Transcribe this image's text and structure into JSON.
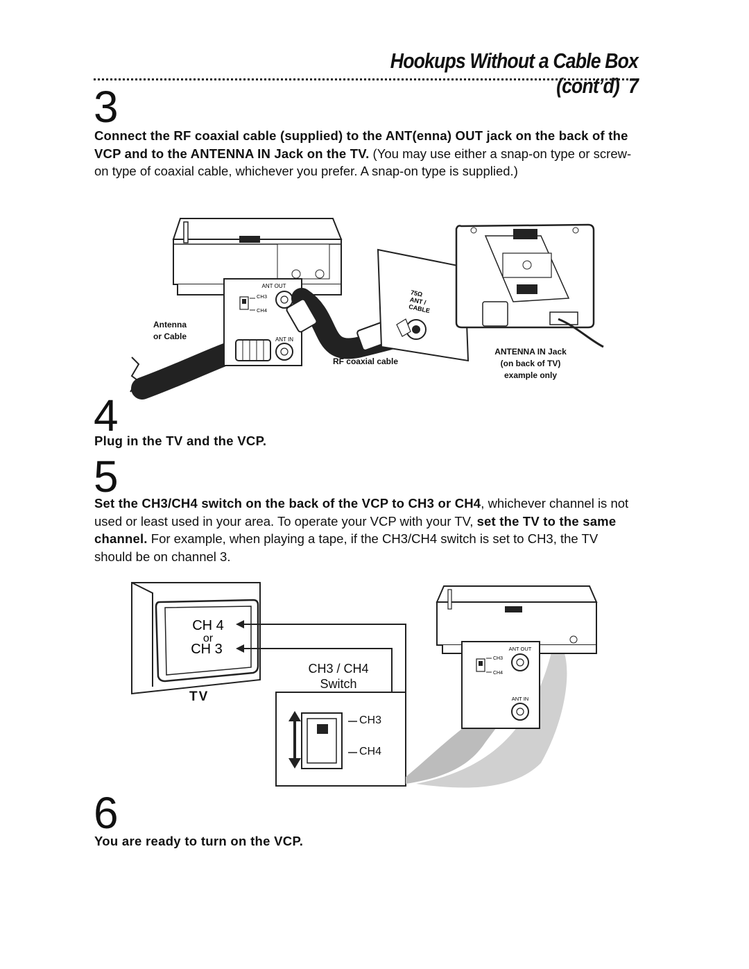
{
  "header": {
    "title": "Hookups Without a Cable Box (cont’d)",
    "page_number": "7"
  },
  "step3": {
    "number": "3",
    "bold_text": "Connect the RF coaxial cable (supplied) to the ANT(enna) OUT jack on the back of the VCP and to the ANTENNA IN Jack on the TV.",
    "normal_text": " (You may use either a snap-on type or screw-on type of coaxial cable, whichever you prefer.  A snap-on type is supplied.)"
  },
  "figure1": {
    "ant_out": "ANT OUT",
    "ch3": "CH3",
    "ch4": "CH4",
    "ant_in": "ANT IN",
    "antenna_label_1": "Antenna",
    "antenna_label_2": "or Cable",
    "rf_cable": "RF coaxial cable",
    "jack_ohm": "75Ω",
    "jack_ant": "ANT /",
    "jack_cable": "CABLE",
    "antenna_in_jack": "ANTENNA IN Jack",
    "on_back": "(on back of TV)",
    "example": "example only"
  },
  "step4": {
    "number": "4",
    "text": "Plug in the TV and the VCP."
  },
  "step5": {
    "number": "5",
    "bold_a": "Set the CH3/CH4 switch on the back of the VCP to CH3 or CH4",
    "normal_a": ", whichever channel is not used or least used in your area. To operate your VCP with your TV, ",
    "bold_b": "set the TV to the same channel.",
    "normal_b": " For example, when playing a tape, if the CH3/CH4 switch is set to CH3, the TV should be on channel 3."
  },
  "figure2": {
    "ch4_big": "CH 4",
    "or": "or",
    "ch3_big": "CH 3",
    "tv": "TV",
    "switch_title_1": "CH3 / CH4",
    "switch_title_2": "Switch",
    "sw_ch3": "CH3",
    "sw_ch4": "CH4",
    "ant_out": "ANT OUT",
    "ch3": "CH3",
    "ch4": "CH4",
    "ant_in": "ANT IN"
  },
  "step6": {
    "number": "6",
    "text": "You are ready to turn on the VCP."
  }
}
